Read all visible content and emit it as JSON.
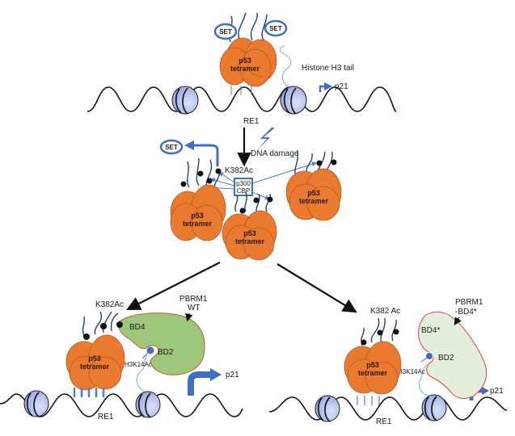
{
  "figure": {
    "top_panel": {
      "set_labels": [
        "SET",
        "SET"
      ],
      "p53_label_line1": "p53",
      "p53_label_line2": "tetramer",
      "histone_tail_label": "Histone H3 tail",
      "promoter_label": "p21",
      "re_label": "RE1"
    },
    "transition": {
      "trigger_label": "DNA damage",
      "trigger_icon": "lightning-bolt-icon"
    },
    "middle_panel": {
      "set_label": "SET",
      "acetyl_label": "K382Ac",
      "enzyme_line1": "p300",
      "enzyme_line2": "CBP",
      "p53_label_line1": "p53",
      "p53_label_line2": "tetramer"
    },
    "left_panel": {
      "acetyl_label": "K382Ac",
      "protein_label_line1": "PBRM1",
      "protein_label_line2": "WT",
      "bd4_label": "BD4",
      "bd2_label": "BD2",
      "histone_mark_label": "H3K14Ac",
      "p53_label_line1": "p53",
      "p53_label_line2": "tetramer",
      "promoter_label": "p21",
      "re_label": "RE1"
    },
    "right_panel": {
      "acetyl_label": "K382 Ac",
      "protein_label_line1": "PBRM1",
      "protein_label_line2": "-BD4*",
      "bd4_label": "BD4*",
      "bd2_label": "BD2",
      "histone_mark_label": "H3K14Ac",
      "p53_label_line1": "p53",
      "p53_label_line2": "tetramer",
      "promoter_label": "p21",
      "re_label": "RE1"
    },
    "colors": {
      "p53": "#e97a2f",
      "nucleosome": "#b9c5ee",
      "pbrm1_wt": "#9dc77a",
      "pbrm1_mutant": "#e3efdc",
      "pbrm1_outline": "#d9443a",
      "accent_blue": "#3f6fc4"
    }
  }
}
